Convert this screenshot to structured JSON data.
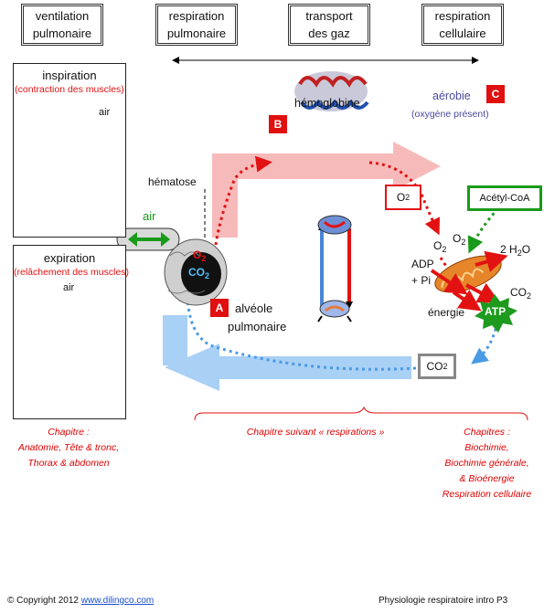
{
  "headers": [
    {
      "line1": "ventilation",
      "line2": "pulmonaire"
    },
    {
      "line1": "respiration",
      "line2": "pulmonaire"
    },
    {
      "line1": "transport",
      "line2": "des gaz"
    },
    {
      "line1": "respiration",
      "line2": "cellulaire"
    }
  ],
  "inspiration": {
    "title": "inspiration",
    "subtitle": "(contraction des muscles)",
    "air": "air"
  },
  "expiration": {
    "title": "expiration",
    "subtitle": "(relâchement des muscles)",
    "air": "air"
  },
  "air_label": "air",
  "hematose": "hématose",
  "hemoglobine": "hémoglobine",
  "aerobie": {
    "title": "aérobie",
    "subtitle": "(oxygène présent)"
  },
  "tags": {
    "a": "A",
    "b": "B",
    "c": "C"
  },
  "alveole": {
    "line1": "alvéole",
    "line2": "pulmonaire"
  },
  "gases": {
    "o2": "O",
    "co2": "CO",
    "sub2": "2"
  },
  "acetyl": "Acétyl-CoA",
  "adp": {
    "line1": "ADP",
    "line2": "+ Pi"
  },
  "water": {
    "prefix": "2 H",
    "suffix": "O"
  },
  "energie": "énergie",
  "atp": "ATP",
  "chapters": {
    "left": [
      "Chapitre :",
      "Anatomie, Tête & tronc,",
      "Thorax & abdomen"
    ],
    "middle": "Chapitre suivant « respirations »",
    "right": [
      "Chapitres :",
      "Biochimie,",
      "Biochimie générale,",
      "& Bioénergie",
      "Respiration cellulaire"
    ]
  },
  "footer": {
    "copyright": "Copyright 2012",
    "url": "www.dilingco.com",
    "right": "Physiologie respiratoire intro P3"
  },
  "colors": {
    "red": "#e31212",
    "green": "#1a9a1a",
    "blue": "#5aa9ee",
    "light_red": "#f7b2b2",
    "light_blue": "#a9d0f5"
  }
}
